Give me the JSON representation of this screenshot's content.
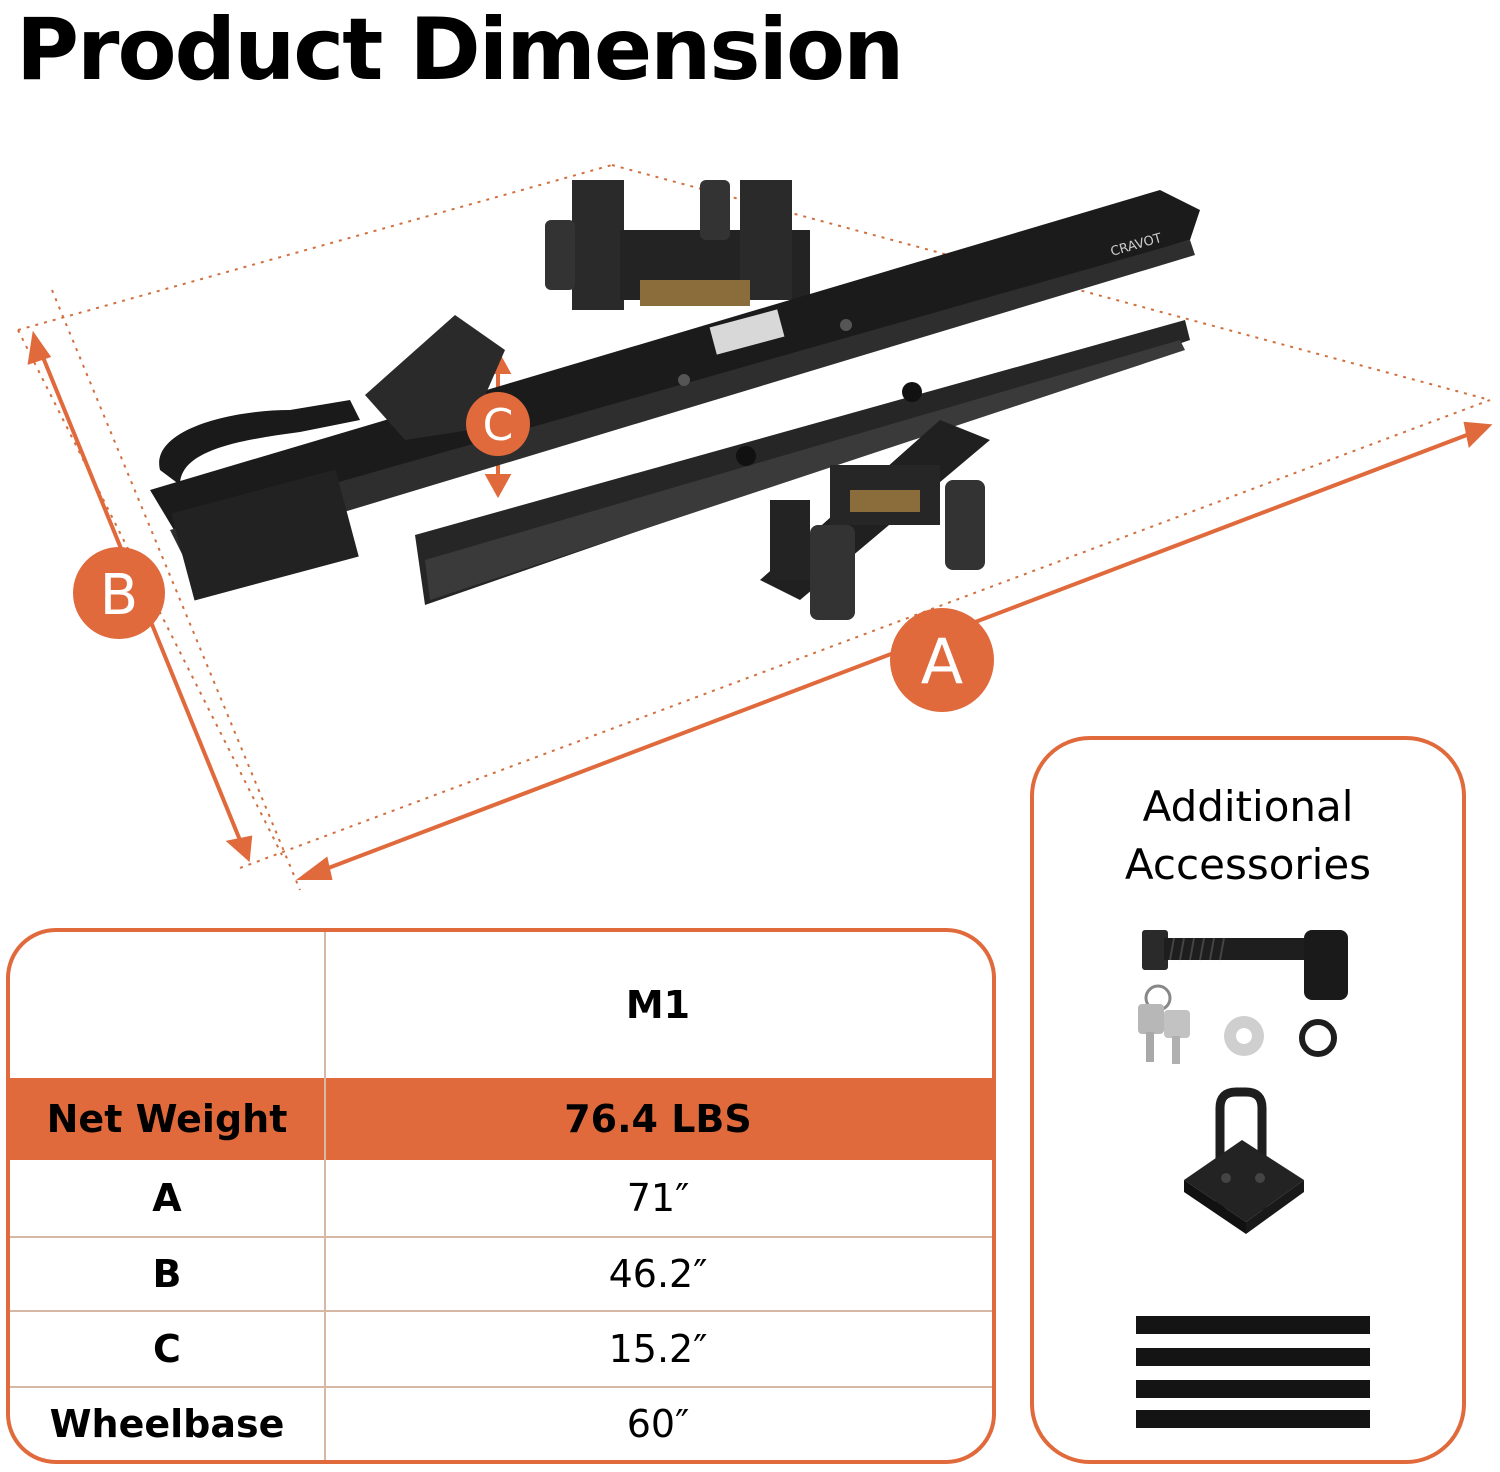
{
  "title": "Product Dimension",
  "brand": "CRAVOT",
  "dimension_markers": {
    "a": "A",
    "b": "B",
    "c": "C"
  },
  "table": {
    "model": "M1",
    "rows": [
      {
        "label": "Net Weight",
        "value": "76.4 LBS",
        "highlight": true
      },
      {
        "label": "A",
        "value": "71″"
      },
      {
        "label": "B",
        "value": "46.2″"
      },
      {
        "label": "C",
        "value": "15.2″"
      },
      {
        "label": "Wheelbase",
        "value": "60″"
      }
    ]
  },
  "accessories": {
    "title_line1": "Additional",
    "title_line2": "Accessories"
  },
  "colors": {
    "accent": "#e06a3c",
    "product": "#1b1b1b",
    "grid": "#d7b8a4"
  }
}
